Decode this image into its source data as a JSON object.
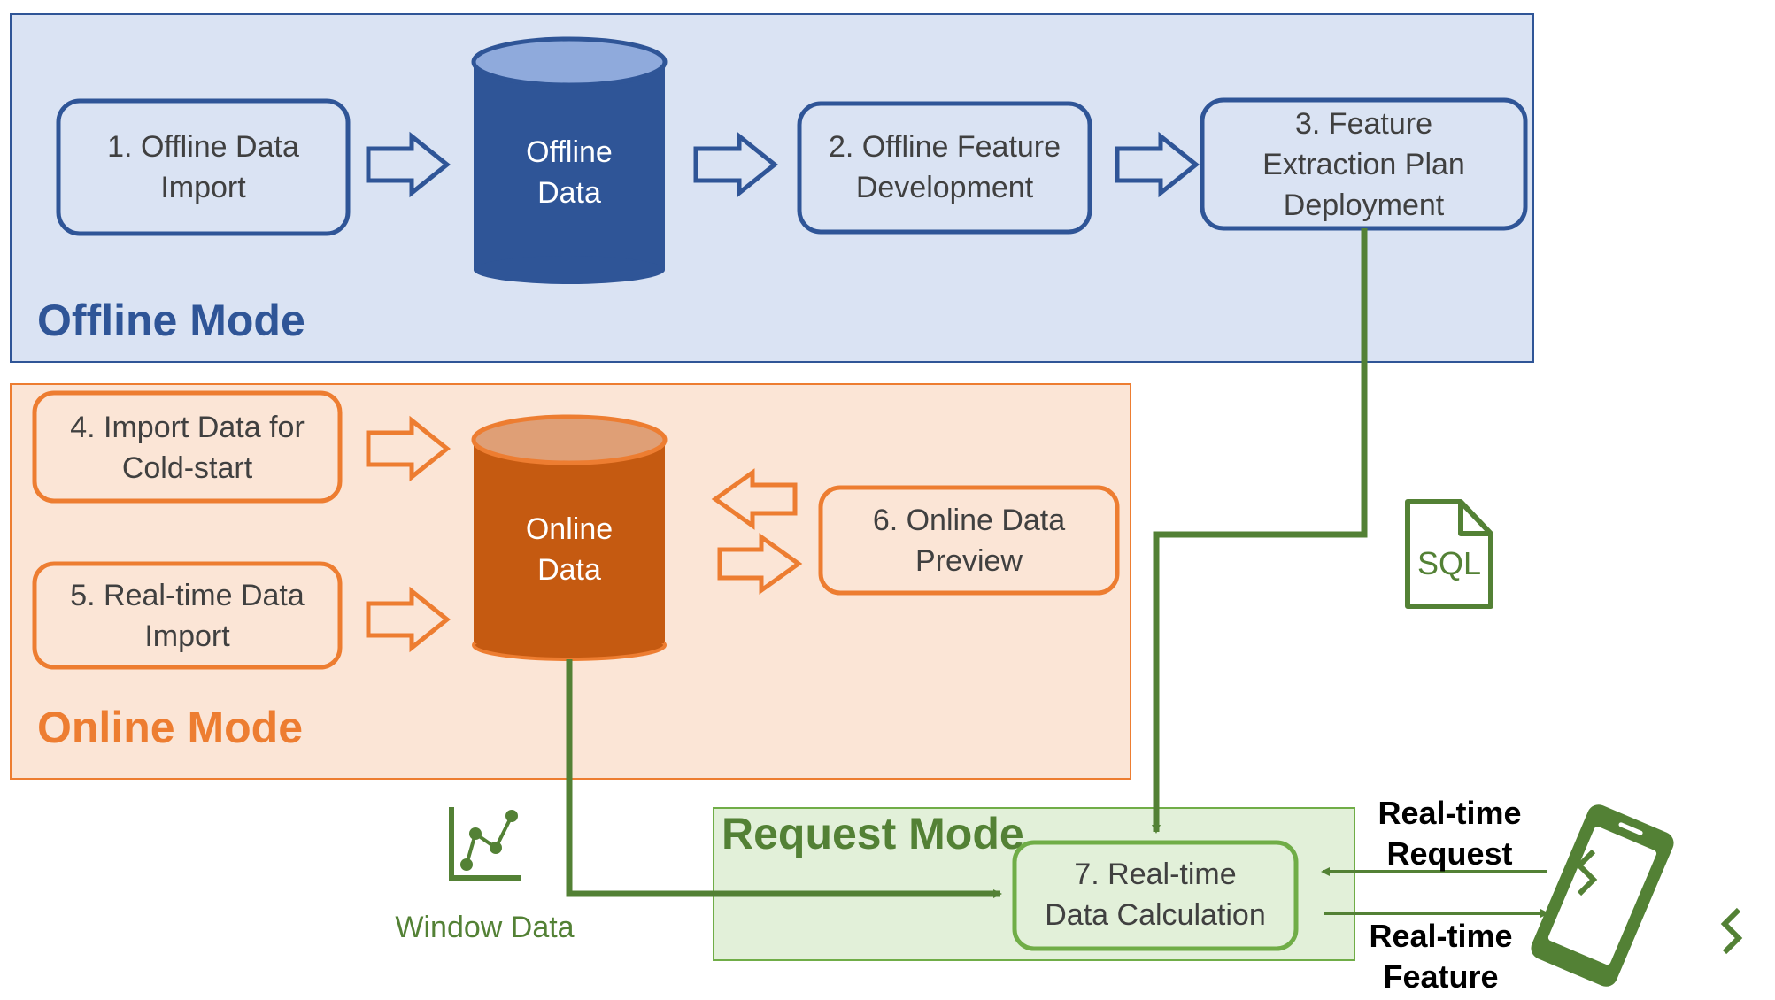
{
  "colors": {
    "offline_fill": "#dae3f3",
    "offline_stroke": "#2f5597",
    "online_fill": "#fbe5d6",
    "online_stroke": "#ed7d31",
    "online_cyl": "#c55a11",
    "request_fill": "#e2f0d9",
    "request_stroke": "#538135"
  },
  "offline_mode": {
    "title": "Offline Mode",
    "step1": [
      "1. Offline Data",
      "Import"
    ],
    "db": [
      "Offline",
      "Data"
    ],
    "step2": [
      "2. Offline Feature",
      "Development"
    ],
    "step3": [
      "3. Feature",
      "Extraction Plan",
      "Deployment"
    ]
  },
  "online_mode": {
    "title": "Online Mode",
    "step4": [
      "4. Import Data for",
      "Cold-start"
    ],
    "step5": [
      "5. Real-time Data",
      "Import"
    ],
    "db": [
      "Online",
      "Data"
    ],
    "step6": [
      "6. Online Data",
      "Preview"
    ]
  },
  "request_mode": {
    "title": "Request Mode",
    "step7": [
      "7. Real-time",
      "Data Calculation"
    ]
  },
  "window_data": {
    "label": "Window Data",
    "icon": "line-chart-icon"
  },
  "sql_icon": {
    "text": "SQL",
    "icon": "sql-file-icon"
  },
  "realtime_request": [
    "Real-time",
    "Request"
  ],
  "realtime_feature": [
    "Real-time",
    "Feature"
  ],
  "phone_icon": "vibrating-phone-icon"
}
